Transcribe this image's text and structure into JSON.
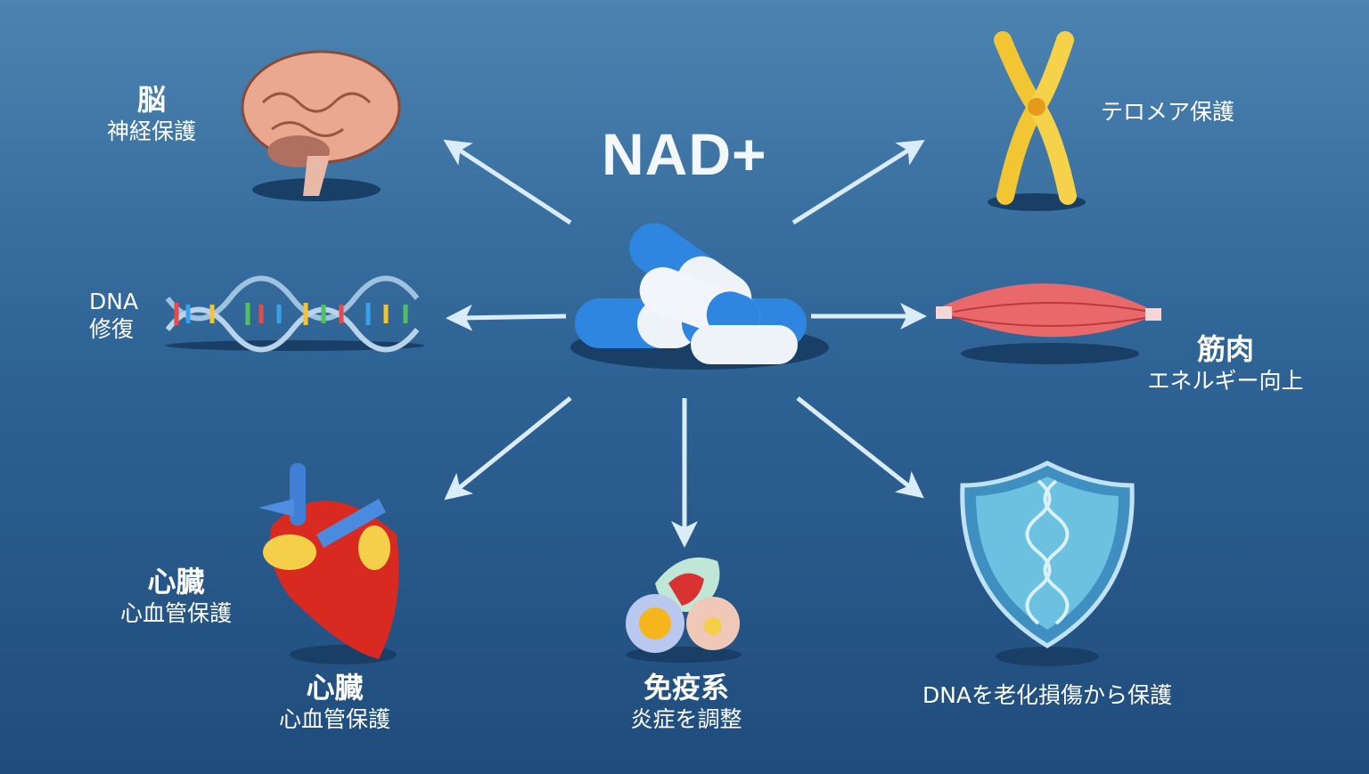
{
  "title": "NAD+",
  "colors": {
    "arrow": "#d9ecf8",
    "background_top": "#4b83b1",
    "background_bottom": "#1f4c7c",
    "capsule_blue": "#2f86e0"
  },
  "items": {
    "brain": {
      "title": "脳",
      "subtitle": "神経保護"
    },
    "telomere": {
      "subtitle": "テロメア保護"
    },
    "dna": {
      "title": "DNA",
      "subtitle": "修復"
    },
    "muscle": {
      "title": "筋肉",
      "subtitle": "エネルギー向上"
    },
    "heart_left": {
      "title": "心臓",
      "subtitle": "心血管保護"
    },
    "heart_bottom": {
      "title": "心臓",
      "subtitle": "心血管保護"
    },
    "immune": {
      "title": "免疫系",
      "subtitle": "炎症を調整"
    },
    "shield": {
      "subtitle": "DNAを老化損傷から保護"
    }
  }
}
